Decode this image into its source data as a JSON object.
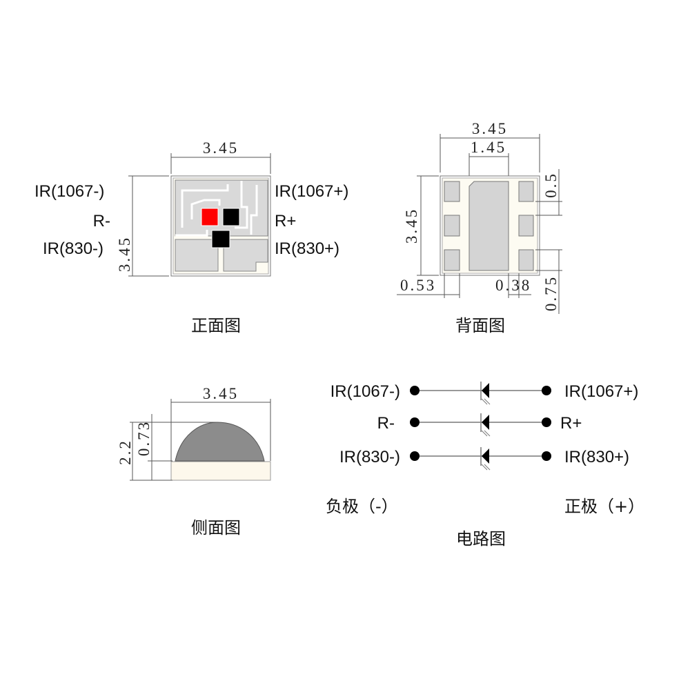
{
  "front_view": {
    "caption": "正面图",
    "width_dim": "3.45",
    "height_dim": "3.45",
    "left_labels": [
      "IR(1067-)",
      "R-",
      "IR(830-)"
    ],
    "right_labels": [
      "IR(1067+)",
      "R+",
      "IR(830+)"
    ],
    "chip_colors": {
      "red": "#ff0000",
      "black": "#000000"
    }
  },
  "back_view": {
    "caption": "背面图",
    "width_dim": "3.45",
    "center_pad_dim": "1.45",
    "height_dim": "3.45",
    "pad_height_dim": "0.5",
    "pad_pitch_dim": "0.75",
    "pad_width_dim": "0.53",
    "gap_dim": "0.38"
  },
  "side_view": {
    "caption": "侧面图",
    "width_dim": "3.45",
    "total_height_dim": "2.2",
    "base_height_dim": "0.73"
  },
  "circuit": {
    "caption": "电路图",
    "left_labels": [
      "IR(1067-)",
      "R-",
      "IR(830-)"
    ],
    "right_labels": [
      "IR(1067+)",
      "R+",
      "IR(830+)"
    ],
    "negative_label": "负极（-）",
    "positive_label": "正极（+）"
  }
}
